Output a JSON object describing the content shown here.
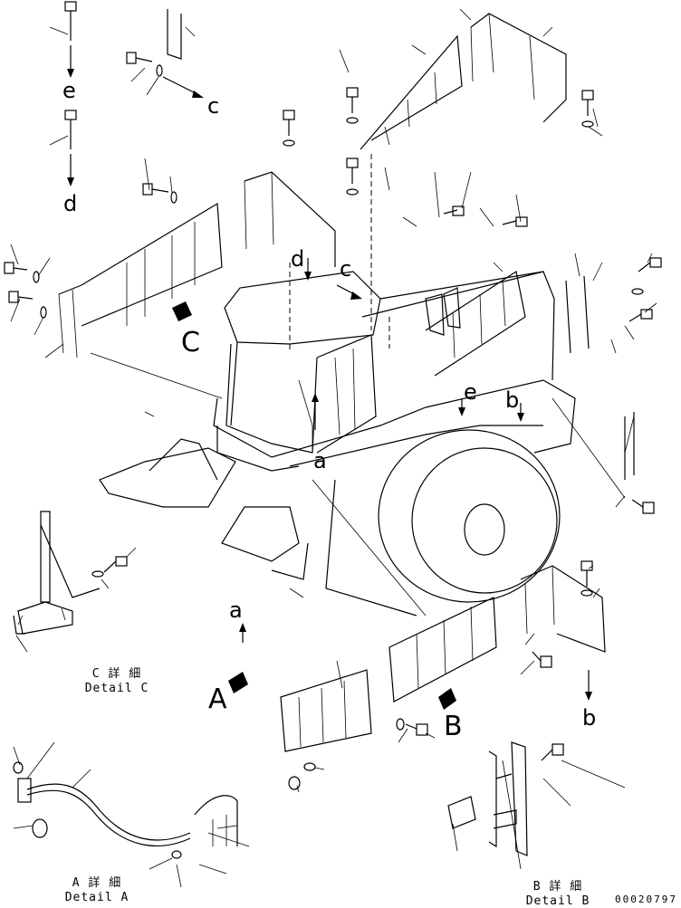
{
  "labels": {
    "e": "e",
    "d": "d",
    "c": "c",
    "a": "a",
    "b": "b",
    "A": "A",
    "B": "B",
    "C": "C"
  },
  "details": {
    "c": {
      "jp": "C 詳 細",
      "en": "Detail C"
    },
    "a": {
      "jp": "A 詳 細",
      "en": "Detail A"
    },
    "b": {
      "jp": "B 詳 細",
      "en": "Detail B"
    }
  },
  "drawing_code": "00020797"
}
